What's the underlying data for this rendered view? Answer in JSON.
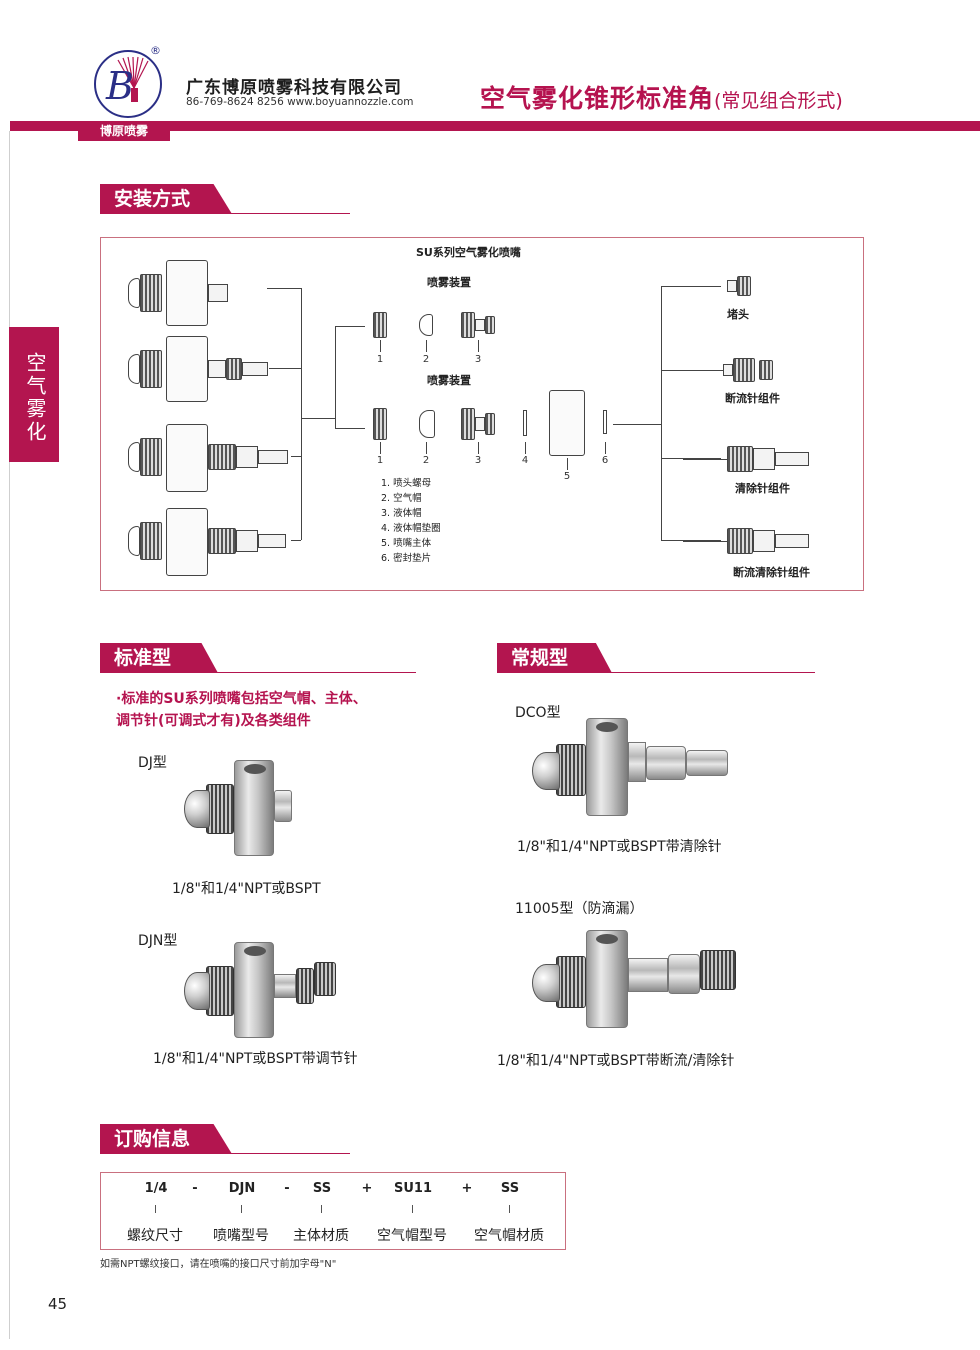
{
  "header": {
    "logo_letter": "B",
    "logo_reg": "®",
    "brand_tab": "博原喷雾",
    "company": "广东博原喷雾科技有限公司",
    "contact": "86-769-8624 8256  www.boyuannozzle.com",
    "title": "空气雾化锥形标准角",
    "title_sub": "(常见组合形式)"
  },
  "side_tab": "空气雾化",
  "sections": {
    "install": "安装方式",
    "standard": "标准型",
    "regular": "常规型",
    "order": "订购信息"
  },
  "diagram": {
    "title": "SU系列空气雾化喷嘴",
    "spray_set_1": "喷雾装置",
    "spray_set_2": "喷雾装置",
    "numbers": [
      "1",
      "2",
      "3",
      "1",
      "2",
      "3",
      "4",
      "5",
      "6"
    ],
    "legend": [
      "1. 喷头螺母",
      "2. 空气帽",
      "3. 液体帽",
      "4. 液体帽垫圈",
      "5. 喷嘴主体",
      "6. 密封垫片"
    ],
    "options": [
      "堵头",
      "断流针组件",
      "清除针组件",
      "断流清除针组件"
    ]
  },
  "standard": {
    "bullet_line1": "·标准的SU系列喷嘴包括空气帽、主体、",
    "bullet_line2": "调节针(可调式才有)及各类组件",
    "dj_label": "DJ型",
    "dj_caption": "1/8\"和1/4\"NPT或BSPT",
    "djn_label": "DJN型",
    "djn_caption": "1/8\"和1/4\"NPT或BSPT带调节针"
  },
  "regular": {
    "dco_label": "DCO型",
    "dco_caption": "1/8\"和1/4\"NPT或BSPT带清除针",
    "m11005_label": "11005型（防滴漏）",
    "m11005_caption": "1/8\"和1/4\"NPT或BSPT带断流/清除针"
  },
  "order": {
    "codes": [
      "1/4",
      "DJN",
      "SS",
      "SU11",
      "SS"
    ],
    "separators": [
      "-",
      "-",
      "+",
      "+"
    ],
    "labels": [
      "螺纹尺寸",
      "喷嘴型号",
      "主体材质",
      "空气帽型号",
      "空气帽材质"
    ],
    "note": "如需NPT螺纹接口，请在喷嘴的接口尺寸前加字母\"N\""
  },
  "page_number": "45",
  "colors": {
    "accent": "#b3154f",
    "logo_blue": "#2b2f86"
  }
}
